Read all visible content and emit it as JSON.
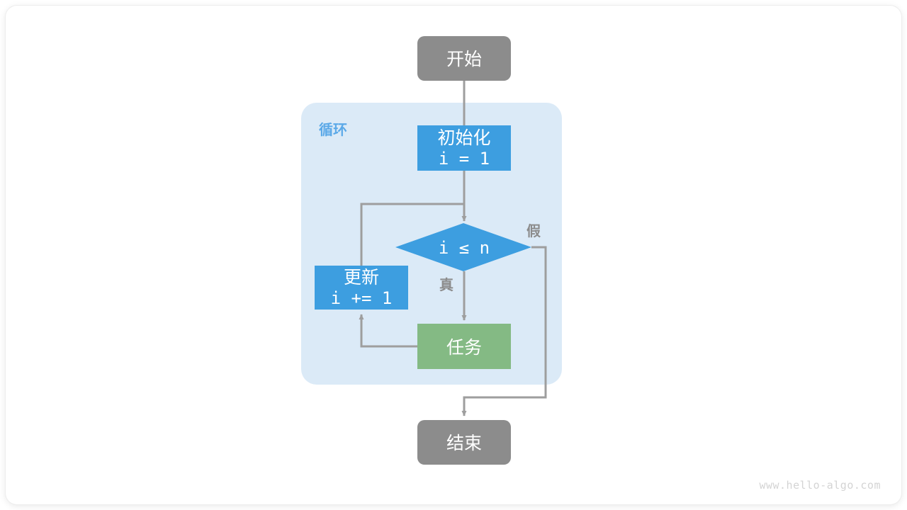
{
  "diagram": {
    "title": "for-loop-flowchart",
    "watermark": "www.hello-algo.com",
    "colors": {
      "start_end_fill": "#8c8c8c",
      "process_fill": "#3d9ee0",
      "decision_fill": "#3d9ee0",
      "task_fill": "#84ba84",
      "group_fill": "#dbeaf7",
      "edge_stroke": "#9e9e9e",
      "group_label": "#5ba9e8",
      "edge_label": "#8c8c8c",
      "watermark": "#d4d4d4",
      "node_text": "#ffffff",
      "page_background": "#ffffff"
    },
    "nodes": {
      "start": {
        "label": "开始",
        "shape": "rounded-rect"
      },
      "group": {
        "label": "循环",
        "shape": "rounded-rect-container"
      },
      "init": {
        "label_line1": "初始化",
        "label_line2": "i = 1",
        "shape": "rect"
      },
      "decision": {
        "label": "i ≤ n",
        "shape": "diamond"
      },
      "update": {
        "label_line1": "更新",
        "label_line2": "i += 1",
        "shape": "rect"
      },
      "task": {
        "label": "任务",
        "shape": "rect"
      },
      "end": {
        "label": "结束",
        "shape": "rounded-rect"
      }
    },
    "edge_labels": {
      "true_branch": "真",
      "false_branch": "假"
    }
  }
}
